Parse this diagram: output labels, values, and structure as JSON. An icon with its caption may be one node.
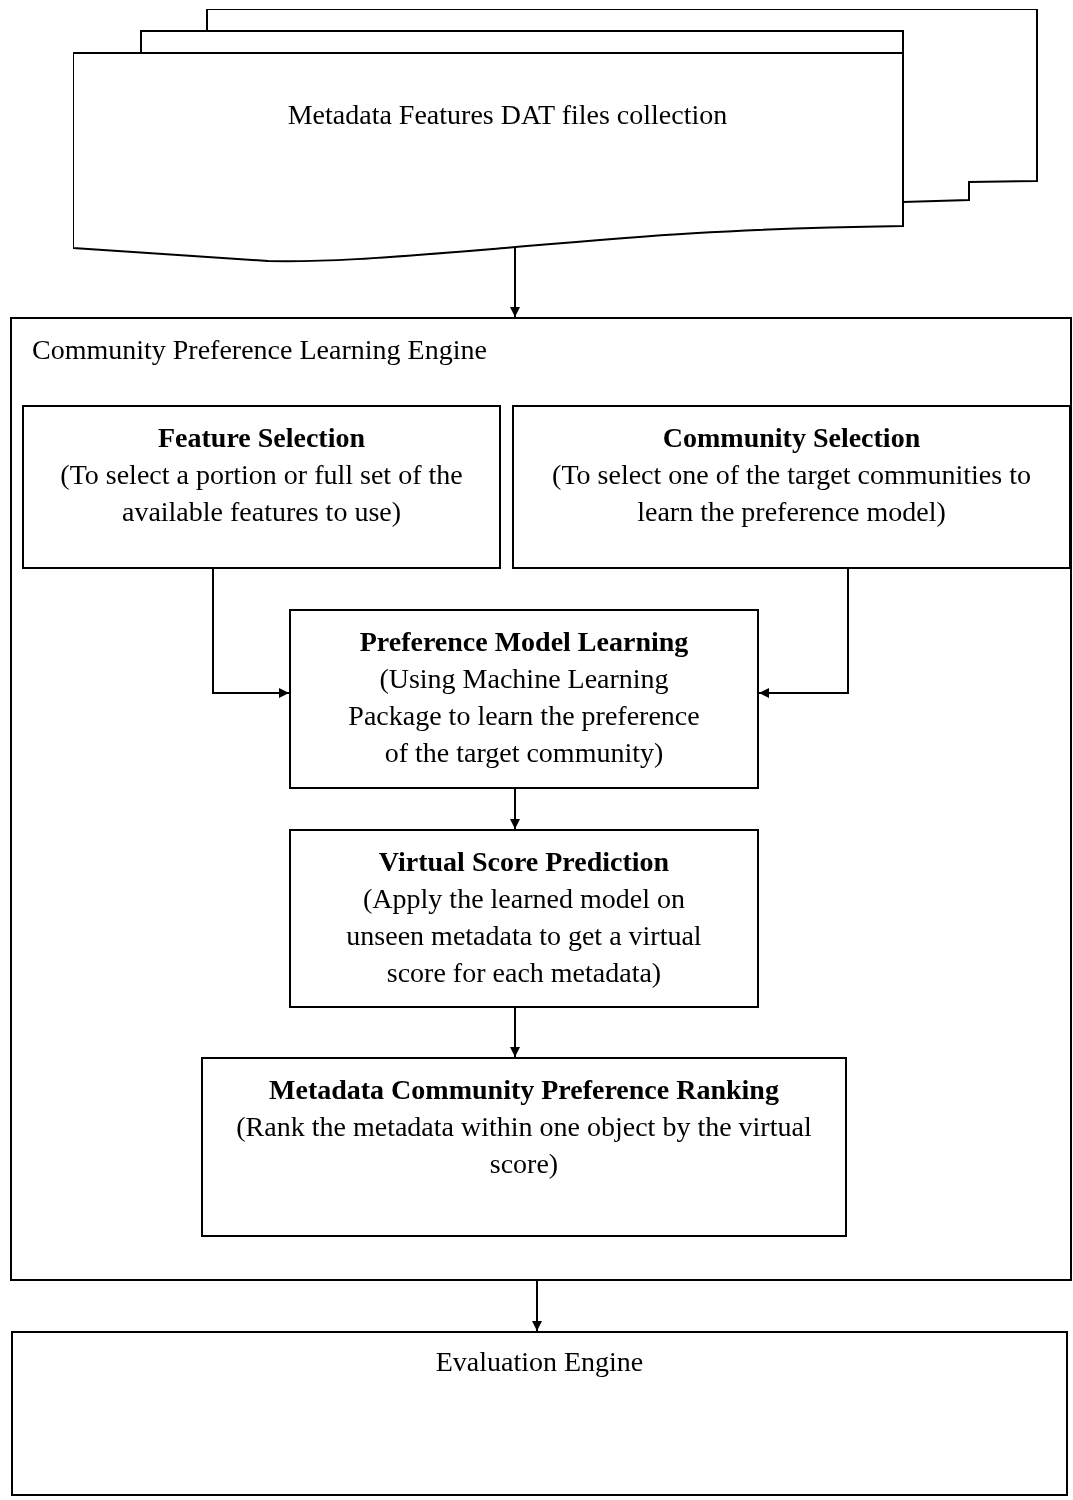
{
  "diagram": {
    "nodes": [
      {
        "text": [
          "Metadata Features DAT files collection"
        ]
      },
      {
        "text": [
          "Community Preference Learning Engine"
        ]
      },
      {
        "text": [
          "Feature Selection",
          "(To select a portion or full set of the available features to use)"
        ],
        "in": 1
      },
      {
        "text": [
          "Community Selection",
          "(To select one of the target communities to learn the preference model)"
        ],
        "in": 1
      },
      {
        "text": [
          "Preference Model Learning",
          "(Using Machine Learning Package to learn the preference of the target community)"
        ],
        "in": 1
      },
      {
        "text": [
          "Virtual Score Prediction",
          "(Apply the learned model on unseen metadata to get a virtual score for each metadata)"
        ],
        "in": 1
      },
      {
        "text": [
          "Metadata Community Preference Ranking",
          "(Rank the metadata within one object by the virtual score)"
        ],
        "in": 1
      },
      {
        "text": [
          "Evaluation Engine"
        ]
      }
    ],
    "edges": [
      {
        "from": 0,
        "to": 1,
        "arrow": "to"
      },
      {
        "from": 2,
        "to": 4,
        "arrow": "to"
      },
      {
        "from": 3,
        "to": 4,
        "arrow": "to"
      },
      {
        "from": 4,
        "to": 5,
        "arrow": "to"
      },
      {
        "from": 5,
        "to": 6,
        "arrow": "to"
      },
      {
        "from": 1,
        "to": 7,
        "arrow": "to"
      }
    ]
  }
}
